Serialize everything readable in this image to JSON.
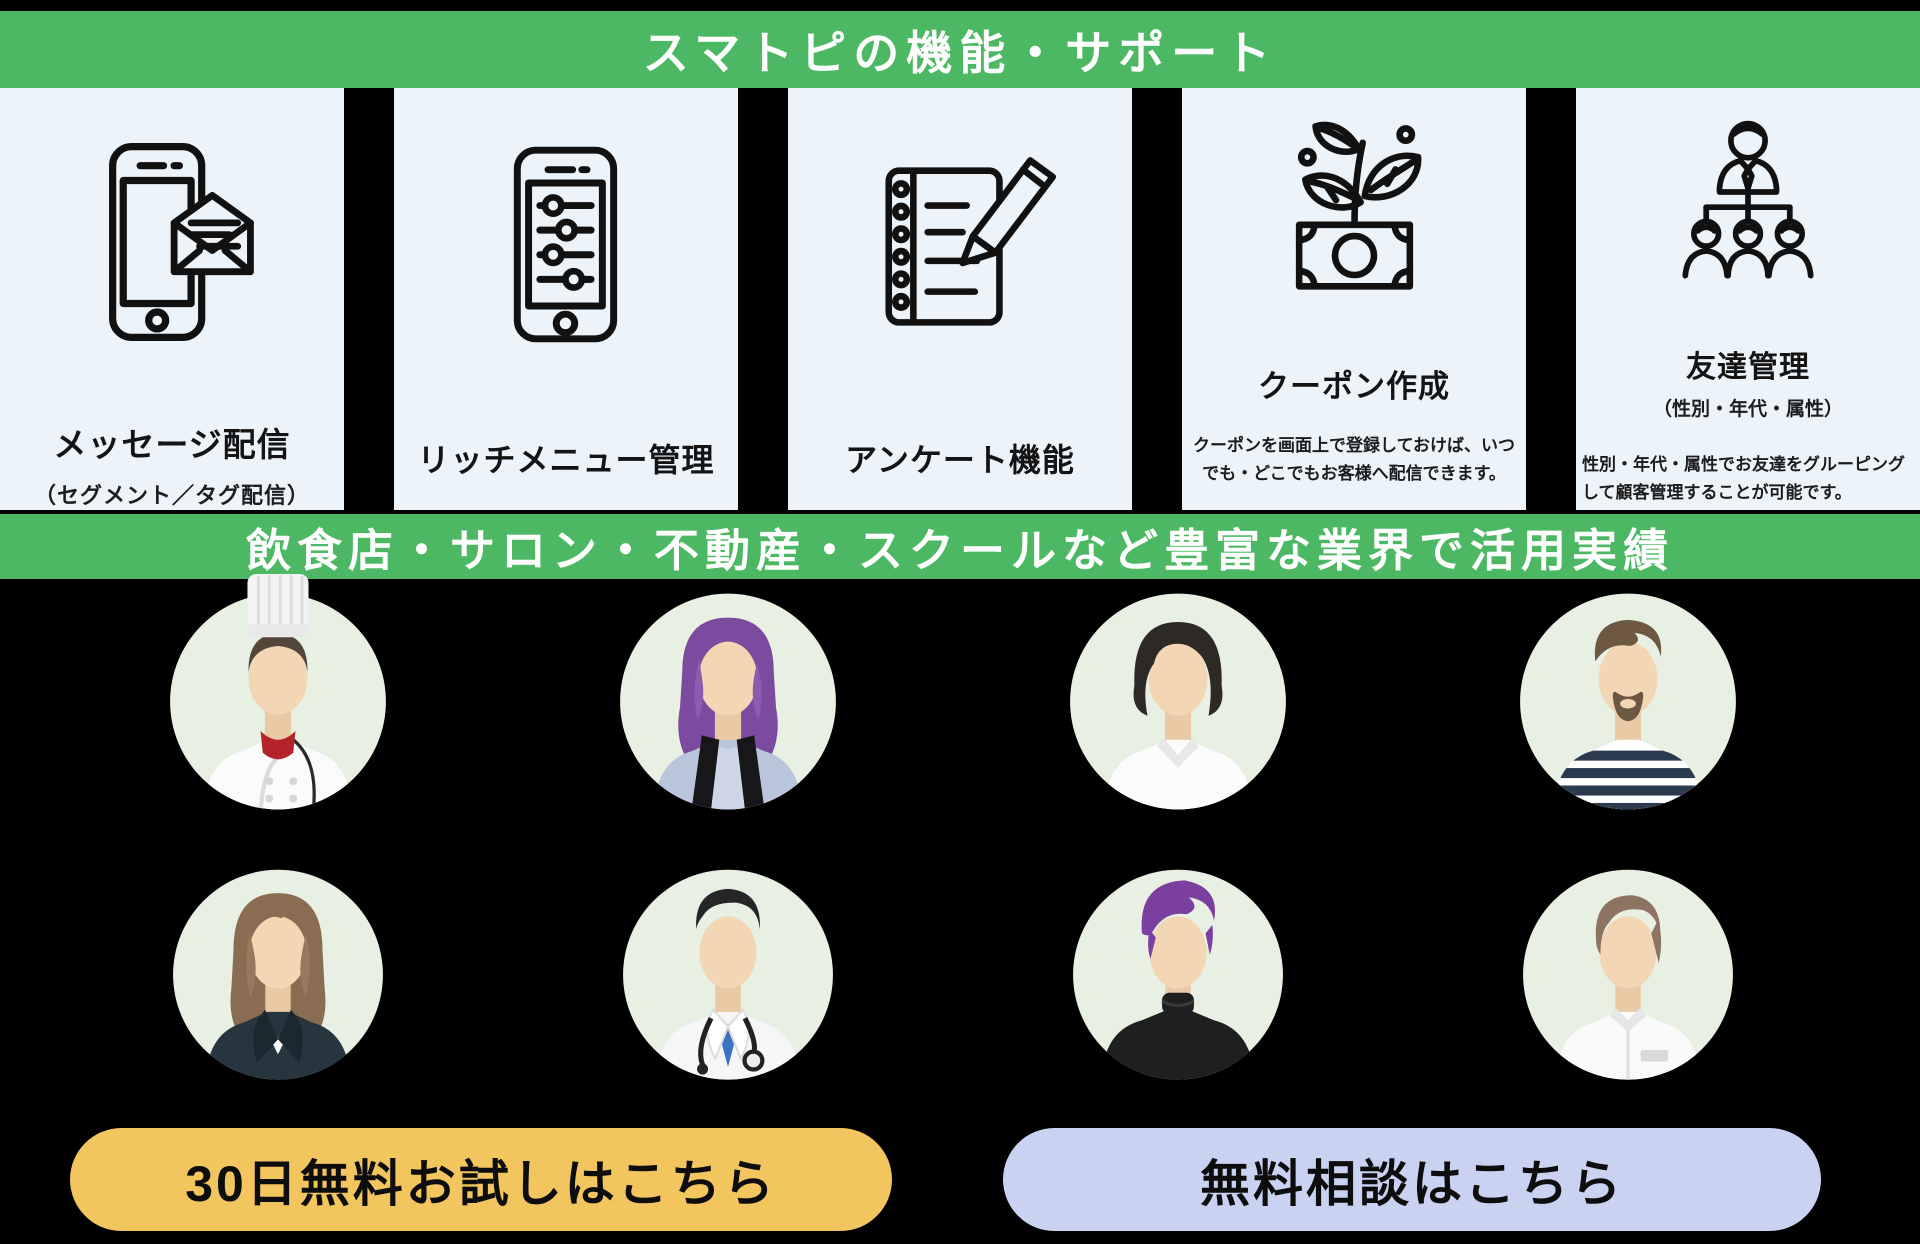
{
  "page": {
    "background_color": "#000000",
    "accent_green": "#4db863",
    "card_background": "#ecf3f9",
    "avatar_background": "#e7f0e2"
  },
  "banners": {
    "features_header": "スマトピの機能・サポート",
    "industries_header": "飲食店・サロン・不動産・スクールなど豊富な業界で活用実績"
  },
  "features": [
    {
      "icon": "phone-message-icon",
      "title": "メッセージ配信",
      "subtitle": "（セグメント／タグ配信）"
    },
    {
      "icon": "phone-richmenu-icon",
      "title": "リッチメニュー管理"
    },
    {
      "icon": "notebook-pencil-icon",
      "title": "アンケート機能"
    },
    {
      "icon": "money-plant-icon",
      "title": "クーポン作成",
      "description": "クーポンを画面上で登録しておけば、いつでも・どこでもお客様へ配信できます。"
    },
    {
      "icon": "org-chart-icon",
      "title": "友達管理",
      "subtitle": "（性別・年代・属性）",
      "description": "性別・年代・属性でお友達をグルーピングして顧客管理することが可能です。"
    }
  ],
  "avatars": {
    "row1": [
      "chef",
      "hair-stylist-woman",
      "bob-hair-woman",
      "striped-shirt-man"
    ],
    "row2": [
      "businesswoman",
      "doctor",
      "purple-hair-man",
      "white-coat-staff"
    ]
  },
  "cta": {
    "trial_button": {
      "label": "30日無料お試しはこちら",
      "background": "#f2c55f"
    },
    "consult_button": {
      "label": "無料相談はこちら",
      "background": "#c9d2f1"
    }
  }
}
